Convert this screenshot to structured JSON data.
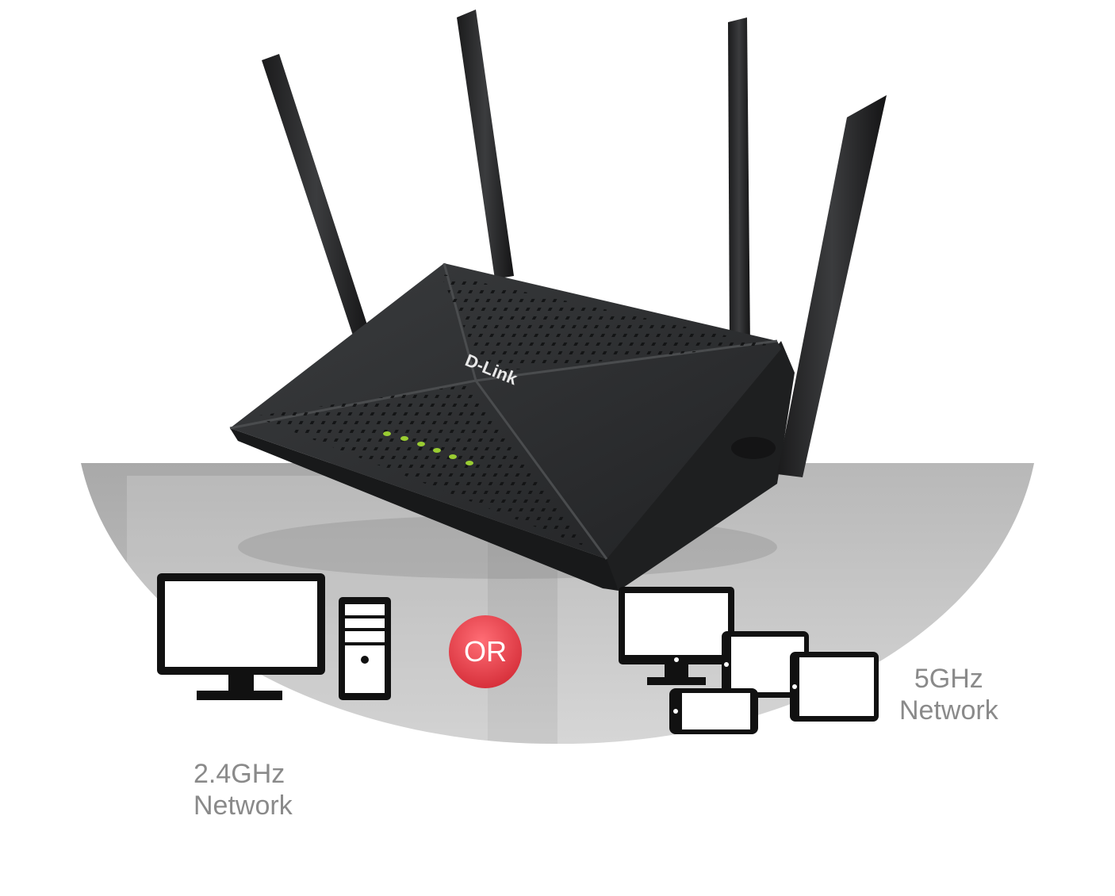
{
  "brand": {
    "logo_text": "D-Link"
  },
  "bands": {
    "band_24": {
      "line1": "2.4GHz",
      "line2": "Network"
    },
    "band_5": {
      "line1": "5GHz",
      "line2": "Network"
    }
  },
  "divider": {
    "label": "OR",
    "color": "#e03a45"
  },
  "icons": {
    "band_24_devices": [
      "desktop-monitor-icon",
      "pc-tower-icon"
    ],
    "band_5_devices": [
      "monitor-icon",
      "tablet-icon",
      "tablet-icon",
      "smartphone-icon"
    ]
  },
  "colors": {
    "router_body": "#2d2f31",
    "status_led": "#9acd32",
    "floor_left": "#bdbdbd",
    "floor_right": "#cfcfcf",
    "label_text": "#8a8a8a"
  }
}
